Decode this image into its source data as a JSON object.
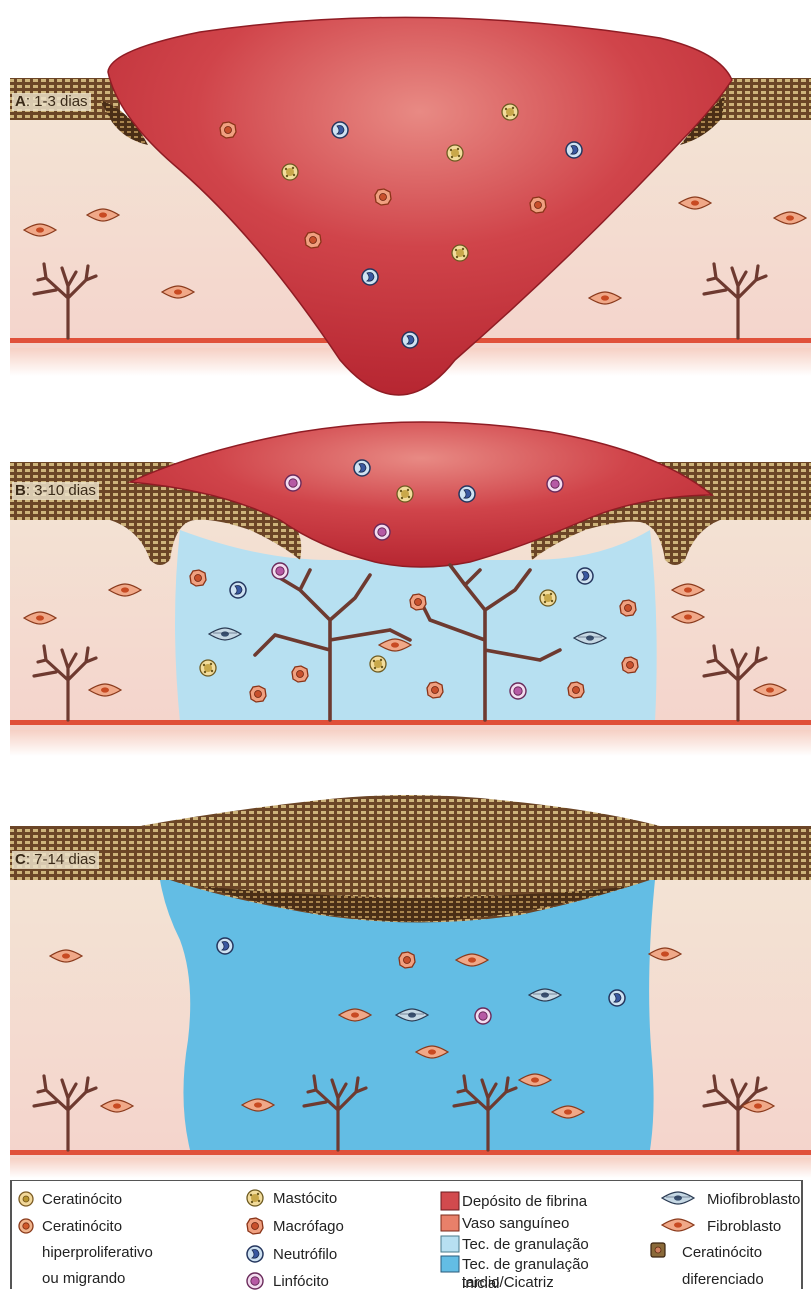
{
  "panels": [
    {
      "id": "A",
      "letter": "A",
      "label": ": 1-3 dias"
    },
    {
      "id": "B",
      "letter": "B",
      "label": ": 3-10 dias"
    },
    {
      "id": "C",
      "letter": "C",
      "label": ": 7-14 dias"
    }
  ],
  "legend": {
    "col1": {
      "ceratinocito": "Ceratinócito",
      "ceratinocito_hiper_1": "Ceratinócito",
      "ceratinocito_hiper_2": "hiperproliferativo",
      "ceratinocito_hiper_3": "ou migrando"
    },
    "col2": {
      "mastocito": "Mastócito",
      "macrofago": "Macrófago",
      "neutrofilo": "Neutrófilo",
      "linfocito": "Linfócito"
    },
    "col3": {
      "fibrina": "Depósito de fibrina",
      "vaso": "Vaso sanguíneo",
      "granulacao": "Tec. de granulação",
      "granulacao_tardio_1": "Tec. de granulação",
      "granulacao_tardio_2": "tardio/Cicatriz",
      "granulacao_tardio_3": "inicial"
    },
    "col4": {
      "miofibroblasto": "Miofibroblasto",
      "fibroblasto": "Fibroblasto",
      "diferenciado_1": "Ceratinócito",
      "diferenciado_2": "diferenciado"
    }
  },
  "colors": {
    "dermis": "#f2dccf",
    "epidermis": "#6e4a28",
    "fibrin": "#c8343c",
    "vessel": "#b83a22",
    "granulation": "#b7e0f1",
    "late_granulation": "#63bde4",
    "base_line": "#e0503a"
  }
}
